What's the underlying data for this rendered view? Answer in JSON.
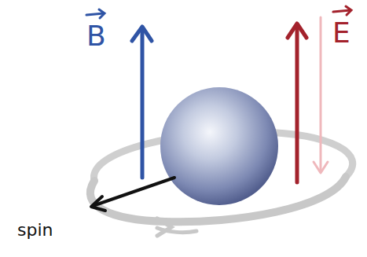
{
  "diagram": {
    "labels": [
      "B",
      "E",
      "spin"
    ]
  }
}
